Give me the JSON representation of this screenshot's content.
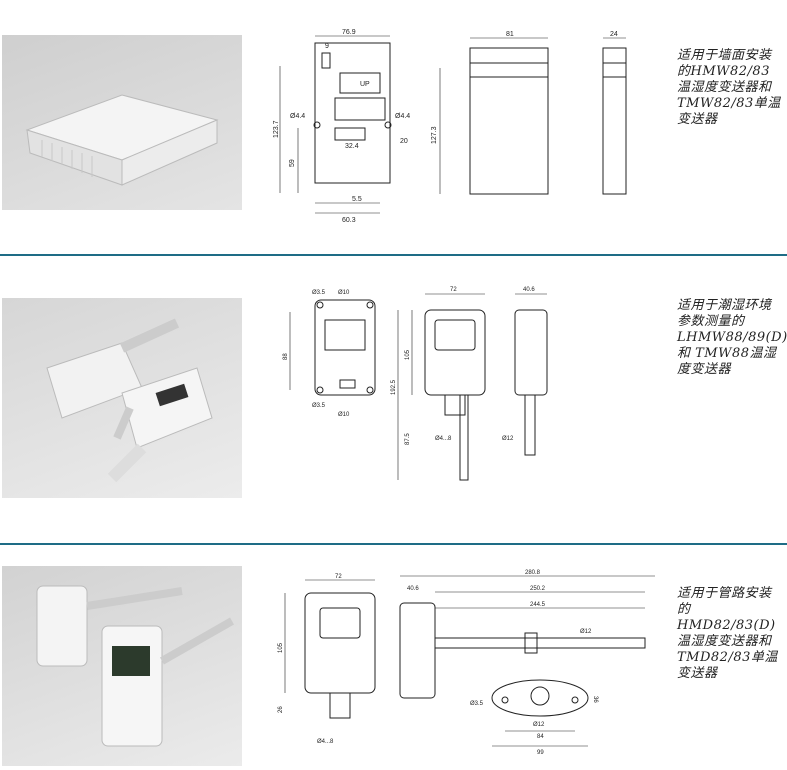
{
  "rows": [
    {
      "caption": "适用于墙面安装的HMW82/83温湿度变送器和TMW82/83单温变送器",
      "dims": {
        "width_top": "76.9",
        "slot": "9",
        "hole_left": "Ø4.4",
        "hole_right": "Ø4.4",
        "height": "123.7",
        "lower": "59",
        "inner": "32.4",
        "side_small": "20",
        "offset": "5.5",
        "bottom_width": "60.3",
        "up_label": "UP",
        "front_width": "81",
        "front_height": "127.3",
        "side_depth": "24"
      }
    },
    {
      "caption": "适用于潮湿环境参数测量的LHMW88/89(D)和 TMW88温湿度变送器",
      "dims": {
        "hole_a": "Ø3.5",
        "hole_b": "Ø10",
        "hole_c": "Ø3.5",
        "hole_d": "Ø10",
        "height_inner": "88",
        "width": "72",
        "h_body": "105",
        "h_total": "192.5",
        "h_probe": "87.5",
        "cable": "Ø4...8",
        "side_width": "40.6",
        "probe_dia": "Ø12"
      }
    },
    {
      "caption": "适用于管路安装的HMD82/83(D)温湿度变送器和TMD82/83单温变送器",
      "dims": {
        "width": "72",
        "h_body": "105",
        "h_gland": "26",
        "cable": "Ø4...8",
        "total_len": "280.8",
        "depth": "40.6",
        "probe_len": "250.2",
        "probe_len2": "244.5",
        "probe_dia": "Ø12",
        "flange_hole": "Ø3.5",
        "flange_h": "36",
        "flange_dia": "Ø12",
        "flange_w": "84",
        "flange_total": "99"
      }
    }
  ]
}
